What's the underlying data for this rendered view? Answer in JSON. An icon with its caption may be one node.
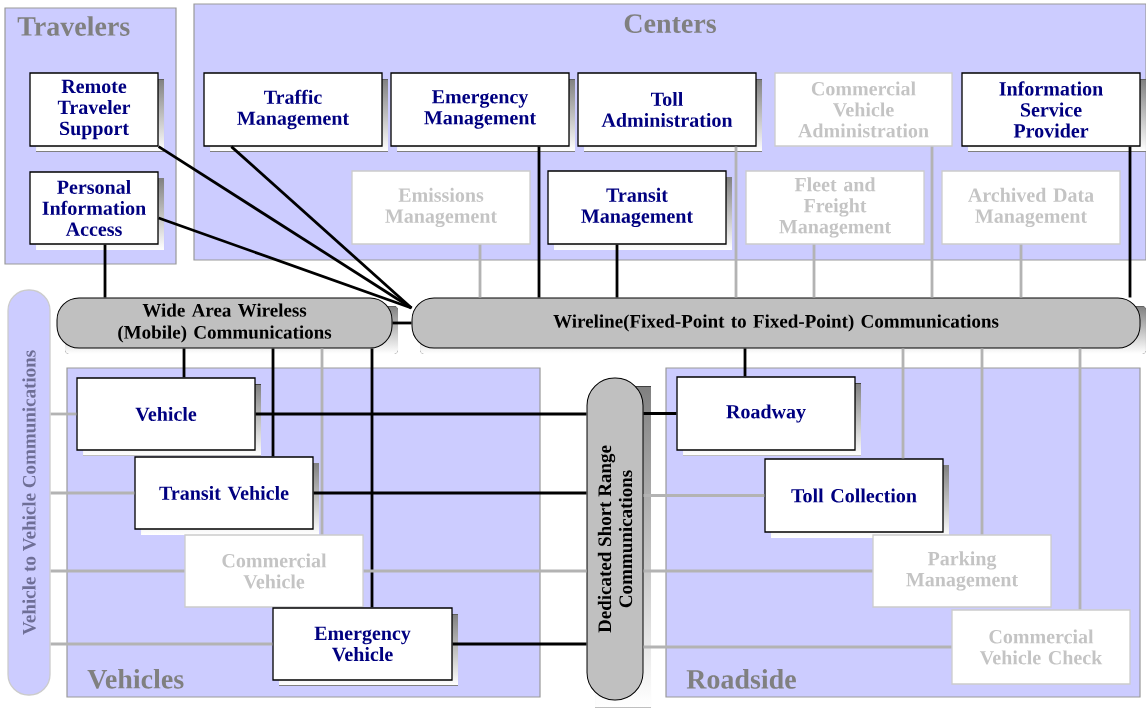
{
  "diagram": {
    "nodes": [
      {
        "text": [
          "Travelers"
        ]
      },
      {
        "text": [
          "Remote Traveler Support"
        ],
        "in": 0
      },
      {
        "text": [
          "Personal Information Access"
        ],
        "in": 0
      },
      {
        "text": [
          "Centers"
        ]
      },
      {
        "text": [
          "Traffic Management"
        ],
        "in": 3
      },
      {
        "text": [
          "Emergency Management"
        ],
        "in": 3
      },
      {
        "text": [
          "Toll Administration"
        ],
        "in": 3
      },
      {
        "text": [
          "Commercial Vehicle Administration"
        ],
        "in": 3
      },
      {
        "text": [
          "Information Service Provider"
        ],
        "in": 3
      },
      {
        "text": [
          "Emissions Management"
        ],
        "in": 3
      },
      {
        "text": [
          "Transit Management"
        ],
        "in": 3
      },
      {
        "text": [
          "Fleet and Freight Management"
        ],
        "in": 3
      },
      {
        "text": [
          "Archived Data Management"
        ],
        "in": 3
      },
      {
        "text": [
          "Vehicle to Vehicle Communications"
        ]
      },
      {
        "text": [
          "Wide Area Wireless (Mobile) Communications"
        ]
      },
      {
        "text": [
          "Wireline(Fixed-Point to Fixed-Point) Communications"
        ]
      },
      {
        "text": [
          "Vehicles"
        ]
      },
      {
        "text": [
          "Vehicle"
        ],
        "in": 16
      },
      {
        "text": [
          "Transit Vehicle"
        ],
        "in": 16
      },
      {
        "text": [
          "Commercial Vehicle"
        ],
        "in": 16
      },
      {
        "text": [
          "Emergency Vehicle"
        ],
        "in": 16
      },
      {
        "text": [
          "Dedicated Short Range Communications"
        ]
      },
      {
        "text": [
          "Roadside"
        ]
      },
      {
        "text": [
          "Roadway"
        ],
        "in": 22
      },
      {
        "text": [
          "Toll Collection"
        ],
        "in": 22
      },
      {
        "text": [
          "Parking Management"
        ],
        "in": 22
      },
      {
        "text": [
          "Commercial Vehicle Check"
        ],
        "in": 22
      }
    ],
    "edges": [
      {
        "from": 1,
        "to": 15,
        "arrow": "none",
        "color": "#000000"
      },
      {
        "from": 2,
        "to": 15,
        "arrow": "none",
        "color": "#000000"
      },
      {
        "from": 4,
        "to": 15,
        "arrow": "none",
        "color": "#000000"
      },
      {
        "from": 2,
        "to": 14,
        "arrow": "none",
        "color": "#000000"
      },
      {
        "from": 9,
        "to": 15,
        "arrow": "none"
      },
      {
        "from": 5,
        "to": 15,
        "arrow": "none",
        "color": "#000000"
      },
      {
        "from": 10,
        "to": 15,
        "arrow": "none",
        "color": "#000000"
      },
      {
        "from": 6,
        "to": 15,
        "arrow": "none"
      },
      {
        "from": 11,
        "to": 15,
        "arrow": "none"
      },
      {
        "from": 7,
        "to": 15,
        "arrow": "none"
      },
      {
        "from": 12,
        "to": 15,
        "arrow": "none"
      },
      {
        "from": 8,
        "to": 15,
        "arrow": "none",
        "color": "#000000"
      },
      {
        "from": 14,
        "to": 15,
        "arrow": "none",
        "color": "#000000"
      },
      {
        "from": 14,
        "to": 17,
        "arrow": "none",
        "color": "#000000"
      },
      {
        "from": 14,
        "to": 18,
        "arrow": "none",
        "color": "#000000"
      },
      {
        "from": 14,
        "to": 19,
        "arrow": "none"
      },
      {
        "from": 14,
        "to": 20,
        "arrow": "none",
        "color": "#000000"
      },
      {
        "from": 15,
        "to": 23,
        "arrow": "none",
        "color": "#000000"
      },
      {
        "from": 15,
        "to": 24,
        "arrow": "none"
      },
      {
        "from": 15,
        "to": 25,
        "arrow": "none"
      },
      {
        "from": 15,
        "to": 26,
        "arrow": "none"
      },
      {
        "from": 13,
        "to": 17,
        "arrow": "none"
      },
      {
        "from": 13,
        "to": 18,
        "arrow": "none"
      },
      {
        "from": 13,
        "to": 19,
        "arrow": "none"
      },
      {
        "from": 13,
        "to": 20,
        "arrow": "none"
      },
      {
        "from": 17,
        "to": 21,
        "arrow": "none",
        "color": "#000000"
      },
      {
        "from": 21,
        "to": 23,
        "arrow": "none",
        "color": "#000000"
      },
      {
        "from": 18,
        "to": 21,
        "arrow": "none",
        "color": "#000000"
      },
      {
        "from": 21,
        "to": 24,
        "arrow": "none"
      },
      {
        "from": 19,
        "to": 21,
        "arrow": "none"
      },
      {
        "from": 21,
        "to": 25,
        "arrow": "none"
      },
      {
        "from": 20,
        "to": 21,
        "arrow": "none",
        "color": "#000000"
      },
      {
        "from": 21,
        "to": 26,
        "arrow": "none"
      }
    ]
  }
}
